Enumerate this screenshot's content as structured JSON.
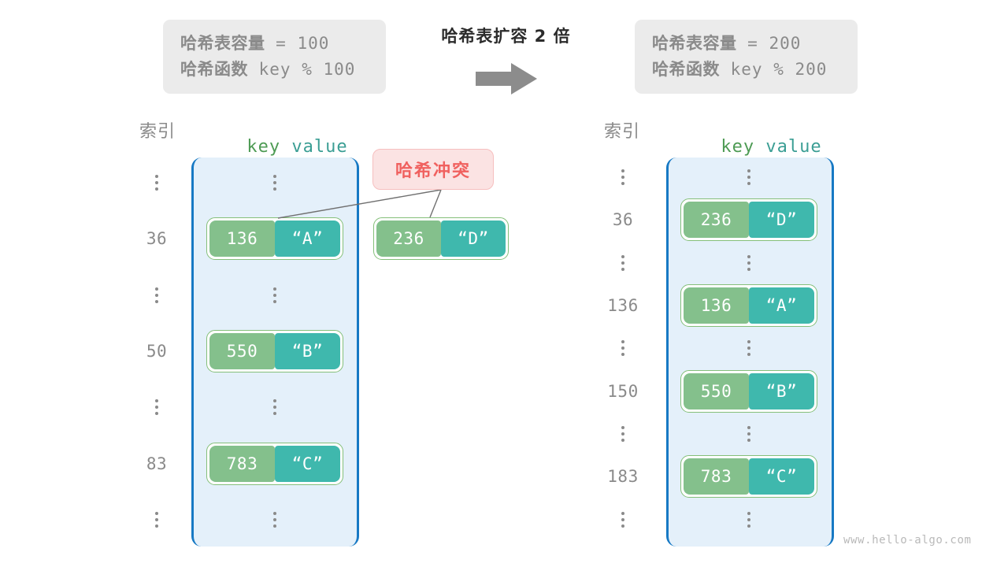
{
  "left_info": {
    "capacity_label": "哈希表容量",
    "capacity_op": " = ",
    "capacity_value": "100",
    "function_label": "哈希函数",
    "function_expr": " key % 100"
  },
  "right_info": {
    "capacity_label": "哈希表容量",
    "capacity_op": " = ",
    "capacity_value": "200",
    "function_label": "哈希函数",
    "function_expr": " key % 200"
  },
  "center": {
    "title": "哈希表扩容 2 倍",
    "arrow_icon": "right-arrow"
  },
  "left_table": {
    "index_header": "索引",
    "key_header": "key",
    "value_header": "value",
    "rows": [
      {
        "index": "⋮",
        "type": "ellipsis"
      },
      {
        "index": "36",
        "type": "entry",
        "key": "136",
        "value": "“A”"
      },
      {
        "index": "⋮",
        "type": "ellipsis"
      },
      {
        "index": "50",
        "type": "entry",
        "key": "550",
        "value": "“B”"
      },
      {
        "index": "⋮",
        "type": "ellipsis"
      },
      {
        "index": "83",
        "type": "entry",
        "key": "783",
        "value": "“C”"
      },
      {
        "index": "⋮",
        "type": "ellipsis"
      }
    ]
  },
  "right_table": {
    "index_header": "索引",
    "key_header": "key",
    "value_header": "value",
    "rows": [
      {
        "index": "⋮",
        "type": "ellipsis"
      },
      {
        "index": "36",
        "type": "entry",
        "key": "236",
        "value": "“D”"
      },
      {
        "index": "⋮",
        "type": "ellipsis"
      },
      {
        "index": "136",
        "type": "entry",
        "key": "136",
        "value": "“A”"
      },
      {
        "index": "⋮",
        "type": "ellipsis"
      },
      {
        "index": "150",
        "type": "entry",
        "key": "550",
        "value": "“B”"
      },
      {
        "index": "⋮",
        "type": "ellipsis"
      },
      {
        "index": "183",
        "type": "entry",
        "key": "783",
        "value": "“C”"
      },
      {
        "index": "⋮",
        "type": "ellipsis"
      }
    ]
  },
  "collision": {
    "badge_label": "哈希冲突",
    "floating_entry": {
      "key": "236",
      "value": "“D”"
    }
  },
  "watermark": "www.hello-algo.com",
  "colors": {
    "key_cell": "#84c08c",
    "value_cell": "#3fb8ad",
    "pair_border": "#84bf79",
    "bucket_bg": "#e4f0fa",
    "bucket_border": "#1779c4",
    "badge_bg": "#fbe3e3",
    "badge_text": "#f0615f",
    "info_bg": "#ebebeb",
    "muted_text": "#8a8a8a",
    "key_header_text": "#4e9b54",
    "value_header_text": "#3b9e94"
  }
}
